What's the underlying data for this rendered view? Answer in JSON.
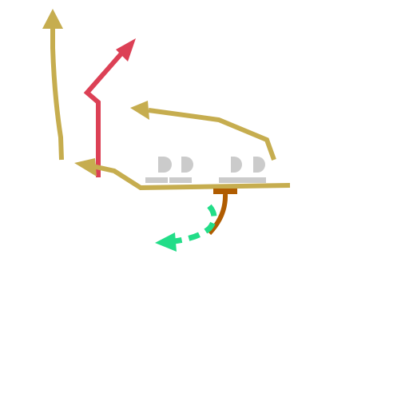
{
  "diagram": {
    "type": "football-play-diagram",
    "colors": {
      "background": "#ffffff",
      "route_gold": "#c6ad4f",
      "route_red": "#dc4055",
      "route_green": "#22dd88",
      "block_brown": "#b05c00",
      "linemen_gray": "#cbcbcb"
    },
    "routes": [
      {
        "name": "left-vertical-route",
        "color": "gold",
        "style": "solid",
        "end": "arrow"
      },
      {
        "name": "red-slant-route",
        "color": "red",
        "style": "solid",
        "end": "arrow"
      },
      {
        "name": "left-flat-route",
        "color": "gold",
        "style": "solid",
        "end": "arrow"
      },
      {
        "name": "crossing-route",
        "color": "gold",
        "style": "solid",
        "end": "arrow"
      },
      {
        "name": "green-swing-route",
        "color": "green",
        "style": "dashed",
        "end": "arrow"
      },
      {
        "name": "qb-block-route",
        "color": "brown",
        "style": "solid",
        "end": "block"
      }
    ],
    "linemen": [
      {
        "name": "lineman-left-tackle",
        "symbol": "half-circle"
      },
      {
        "name": "lineman-left-guard",
        "symbol": "half-circle"
      },
      {
        "name": "lineman-right-guard",
        "symbol": "half-circle"
      },
      {
        "name": "lineman-right-tackle",
        "symbol": "half-circle"
      }
    ]
  }
}
